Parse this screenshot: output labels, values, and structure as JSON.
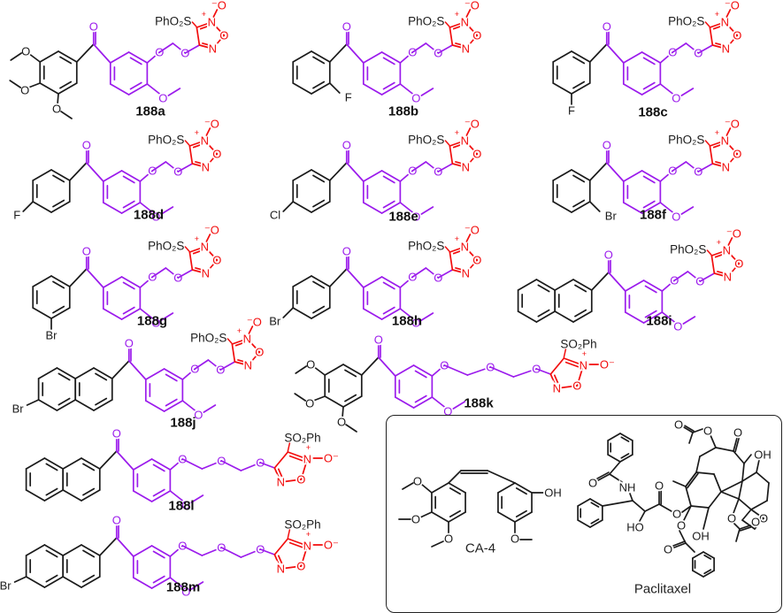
{
  "colors": {
    "black": "#1b1b1b",
    "purple": "#9b1bec",
    "red": "#f20d0d"
  },
  "glyphs": {
    "O": "O",
    "N": "N",
    "NH": "NH",
    "OH": "OH",
    "HO": "HO",
    "F": "F",
    "Cl": "Cl",
    "Br": "Br",
    "plus": "+",
    "oxide_left": "⁻O",
    "oxide_right": "O⁻",
    "pho2s": "PhO₂S",
    "so2ph": "SO₂Ph"
  },
  "compounds": [
    {
      "id": "188a",
      "label": "188a",
      "aryl": "3,4,5-trimethoxyphenyl",
      "aryl_kind": "tmp",
      "aryl_sub": null,
      "linker_kind": "mono",
      "head_glyph": "pho2s",
      "head_orientation": "up"
    },
    {
      "id": "188b",
      "label": "188b",
      "aryl": "2-fluorophenyl",
      "aryl_kind": "phenyl",
      "aryl_sub": {
        "glyph_key": "F",
        "pos": "ortho"
      },
      "linker_kind": "mono",
      "head_glyph": "pho2s",
      "head_orientation": "up"
    },
    {
      "id": "188c",
      "label": "188c",
      "aryl": "3-fluorophenyl",
      "aryl_kind": "phenyl",
      "aryl_sub": {
        "glyph_key": "F",
        "pos": "meta"
      },
      "linker_kind": "mono",
      "head_glyph": "pho2s",
      "head_orientation": "up"
    },
    {
      "id": "188d",
      "label": "188d",
      "aryl": "4-fluorophenyl",
      "aryl_kind": "phenyl",
      "aryl_sub": {
        "glyph_key": "F",
        "pos": "para"
      },
      "linker_kind": "mono",
      "head_glyph": "pho2s",
      "head_orientation": "up"
    },
    {
      "id": "188e",
      "label": "188e",
      "aryl": "4-chlorophenyl",
      "aryl_kind": "phenyl",
      "aryl_sub": {
        "glyph_key": "Cl",
        "pos": "para"
      },
      "linker_kind": "mono",
      "head_glyph": "pho2s",
      "head_orientation": "up"
    },
    {
      "id": "188f",
      "label": "188f",
      "aryl": "2-bromophenyl",
      "aryl_kind": "phenyl",
      "aryl_sub": {
        "glyph_key": "Br",
        "pos": "ortho"
      },
      "linker_kind": "mono",
      "head_glyph": "pho2s",
      "head_orientation": "up"
    },
    {
      "id": "188g",
      "label": "188g",
      "aryl": "3-bromophenyl",
      "aryl_kind": "phenyl",
      "aryl_sub": {
        "glyph_key": "Br",
        "pos": "meta"
      },
      "linker_kind": "mono",
      "head_glyph": "pho2s",
      "head_orientation": "up"
    },
    {
      "id": "188h",
      "label": "188h",
      "aryl": "4-bromophenyl",
      "aryl_kind": "phenyl",
      "aryl_sub": {
        "glyph_key": "Br",
        "pos": "para"
      },
      "linker_kind": "mono",
      "head_glyph": "pho2s",
      "head_orientation": "up"
    },
    {
      "id": "188i",
      "label": "188i",
      "aryl": "naphthalen-2-yl",
      "aryl_kind": "naphthyl",
      "aryl_sub": null,
      "linker_kind": "mono",
      "head_glyph": "pho2s",
      "head_orientation": "up"
    },
    {
      "id": "188j",
      "label": "188j",
      "aryl": "6-bromonaphthalen-2-yl",
      "aryl_kind": "naphthyl",
      "aryl_sub": {
        "glyph_key": "Br",
        "pos": "naph6"
      },
      "linker_kind": "mono",
      "head_glyph": "pho2s",
      "head_orientation": "up"
    },
    {
      "id": "188k",
      "label": "188k",
      "aryl": "3,4,5-trimethoxyphenyl",
      "aryl_kind": "tmp",
      "aryl_sub": null,
      "linker_kind": "di",
      "head_glyph": "so2ph",
      "head_orientation": "right"
    },
    {
      "id": "188l",
      "label": "188l",
      "aryl": "naphthalen-2-yl",
      "aryl_kind": "naphthyl",
      "aryl_sub": null,
      "linker_kind": "di",
      "head_glyph": "so2ph",
      "head_orientation": "right"
    },
    {
      "id": "188m",
      "label": "188m",
      "aryl": "6-bromonaphthalen-2-yl",
      "aryl_kind": "naphthyl",
      "aryl_sub": {
        "glyph_key": "Br",
        "pos": "naph6"
      },
      "linker_kind": "di",
      "head_glyph": "so2ph",
      "head_orientation": "right"
    }
  ],
  "references": {
    "ca4": {
      "label": "CA-4"
    },
    "paclitaxel": {
      "label": "Paclitaxel"
    }
  }
}
